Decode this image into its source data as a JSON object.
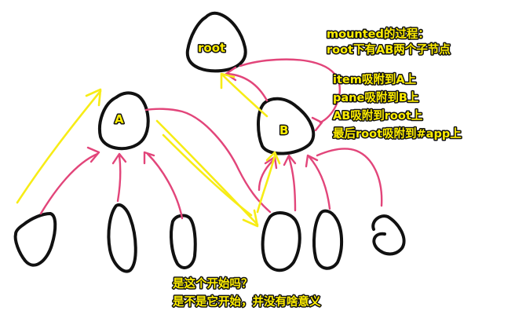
{
  "nodes": {
    "root": "root",
    "a": "A",
    "b": "B"
  },
  "notes": {
    "title": "mounted的过程：",
    "subtitle": "root下有AB两个子节点",
    "steps": [
      "item吸附到A上",
      "pane吸附到B上",
      "AB吸附到root上",
      "最后root吸附到#app上"
    ],
    "question": "是这个开始吗？",
    "answer": "是不是它开始，并没有啥意义"
  },
  "colors": {
    "outline": "#111111",
    "pink_arrows": "#e2457a",
    "yellow_arrows": "#f7ec16",
    "text_fill": "#ffee00"
  }
}
